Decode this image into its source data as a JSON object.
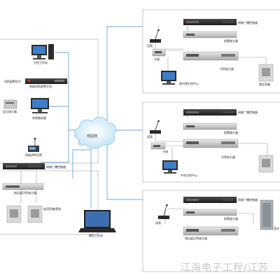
{
  "labels": {
    "analysis_ws": "分控工作站",
    "fire_signal": "消防报警信号",
    "fire_host": "网络消防报警主机",
    "amp_left": "定压放大器",
    "sys_server": "系统服务器",
    "net_mic": "网络讲呼话筒",
    "cloud": "校园网",
    "left_controller": "网络广播控制器",
    "left_amp": "纯后级功率放大器",
    "left_speakers": "吸顶音箱/壁挂",
    "laptop": "播音工作站",
    "r1_mic": "话筒",
    "r1_deck": "卡座",
    "r1_controller": "网络广播控制器",
    "r1_amp": "前置放大器",
    "r1_power_amp": "功率放大器",
    "r1_pc": "图书馆分控中心",
    "r1_speaker": "壁挂音箱",
    "r2_mic": "话筒",
    "r2_deck": "卡座",
    "r2_controller": "网络广播控制器",
    "r2_amp": "前置放大器",
    "r2_power_amp": "功率放大器",
    "r2_pc": "中学分控中心",
    "r3_mic": "话筒",
    "r3_controller": "网络广播控制器",
    "r3_amp": "前置放大器",
    "r3_power_amp": "纯后级功率放大器",
    "r3_speaker": "室外"
  },
  "watermark": "江海电子工程/江苏"
}
